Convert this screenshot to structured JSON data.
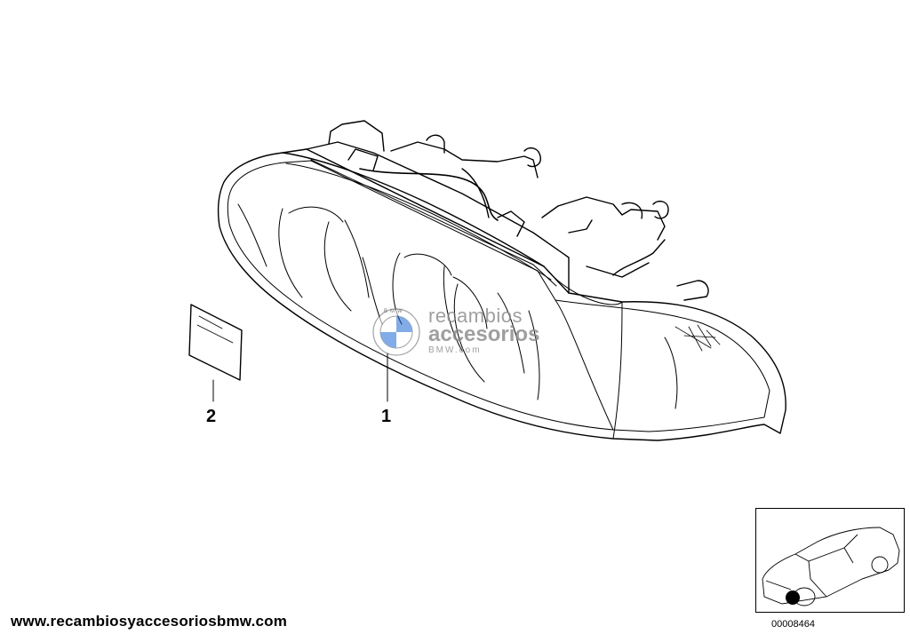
{
  "callouts": {
    "part_1": "1",
    "part_2": "2"
  },
  "watermark": {
    "line1": "recambios",
    "line2": "accesorios",
    "line3": "BMW.com",
    "badge_letters": "BMW",
    "brand_blue": "#1c69d4"
  },
  "footer": {
    "website": "www.recambiosyaccesoriosbmw.com"
  },
  "locator": {
    "diagram_number": "00008464"
  }
}
